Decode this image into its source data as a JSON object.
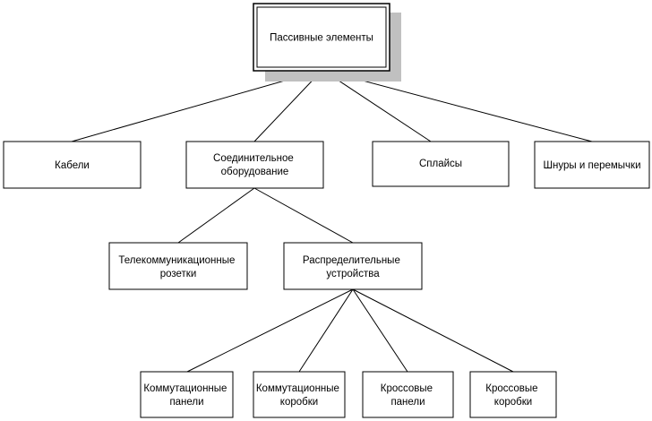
{
  "root": {
    "label": [
      "Пассивные элементы"
    ]
  },
  "level1": [
    {
      "key": "cables",
      "label": [
        "Кабели"
      ]
    },
    {
      "key": "connecting",
      "label": [
        "Соединительное",
        "оборудование"
      ]
    },
    {
      "key": "splices",
      "label": [
        "Сплайсы"
      ]
    },
    {
      "key": "cords",
      "label": [
        "Шнуры и перемычки"
      ]
    }
  ],
  "level2": [
    {
      "key": "outlets",
      "label": [
        "Телекоммуникационные",
        "розетки"
      ]
    },
    {
      "key": "distribution",
      "label": [
        "Распределительные",
        "устройства"
      ]
    }
  ],
  "level3": [
    {
      "key": "patch-panels",
      "label": [
        "Коммутационные",
        "панели"
      ]
    },
    {
      "key": "patch-boxes",
      "label": [
        "Коммутационные",
        "коробки"
      ]
    },
    {
      "key": "cross-panels",
      "label": [
        "Кроссовые",
        "панели"
      ]
    },
    {
      "key": "cross-boxes",
      "label": [
        "Кроссовые",
        "коробки"
      ]
    }
  ]
}
